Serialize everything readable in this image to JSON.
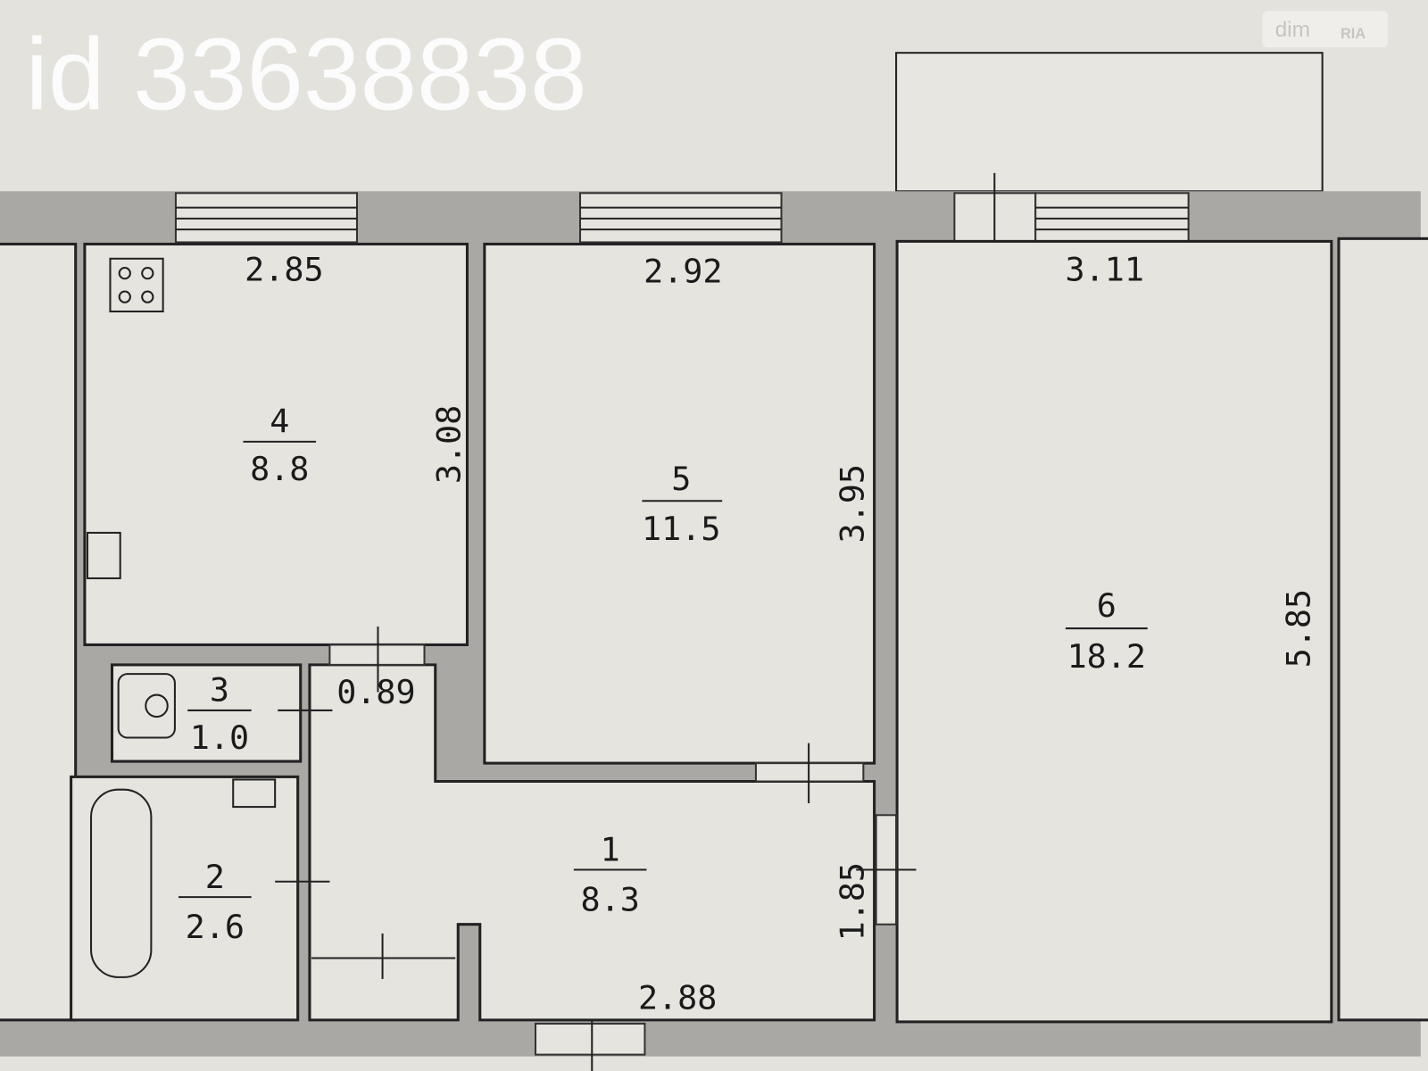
{
  "watermark": "id 33638838",
  "logo": {
    "text": "dim",
    "badge": "RIA"
  },
  "rooms": [
    {
      "number": "1",
      "area": "8.3"
    },
    {
      "number": "2",
      "area": "2.6"
    },
    {
      "number": "3",
      "area": "1.0"
    },
    {
      "number": "4",
      "area": "8.8"
    },
    {
      "number": "5",
      "area": "11.5"
    },
    {
      "number": "6",
      "area": "18.2"
    }
  ],
  "dimensions": {
    "kitchen_width": "2.85",
    "kitchen_length": "3.08",
    "room5_width": "2.92",
    "room5_length": "3.95",
    "room6_width": "3.11",
    "room6_length": "5.85",
    "hall_door": "0.89",
    "hall_width": "2.88",
    "hall_length": "1.85"
  },
  "colors": {
    "wall": "#aaa8a5",
    "floor": "#e6e4df",
    "line": "#222222"
  }
}
